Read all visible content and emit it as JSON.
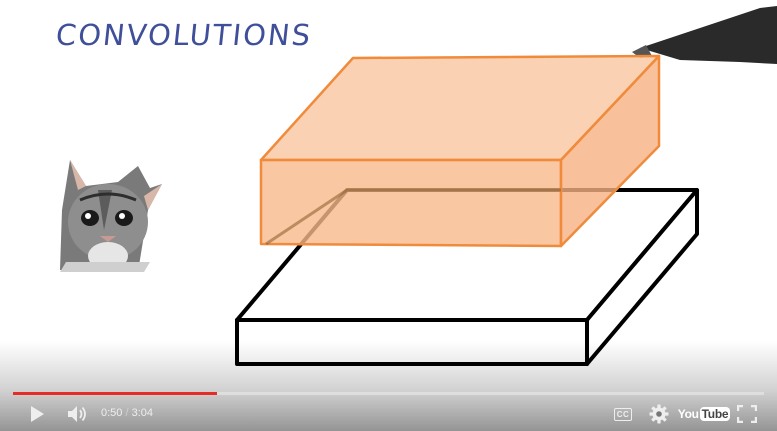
{
  "video": {
    "title": "CONVOLUTIONS",
    "scene": {
      "kitten_image": "kitten-photo",
      "orange_box_fill": "#f9c9a4",
      "orange_box_stroke": "#f08b3c",
      "black_box_stroke": "#000000"
    }
  },
  "player": {
    "current_time": "0:50",
    "separator": " / ",
    "duration": "3:04",
    "progress_played_fraction": 0.272,
    "progress_loaded_fraction": 0.272,
    "colors": {
      "progress_played": "#e52d27",
      "progress_track": "#ffffff",
      "controls_icon": "#eeeeee"
    },
    "buttons": {
      "play": "play-icon",
      "volume": "volume-icon",
      "captions": "CC",
      "settings": "gear-icon",
      "youtube_logo_you": "You",
      "youtube_logo_tube": "Tube",
      "fullscreen": "fullscreen-icon"
    }
  }
}
